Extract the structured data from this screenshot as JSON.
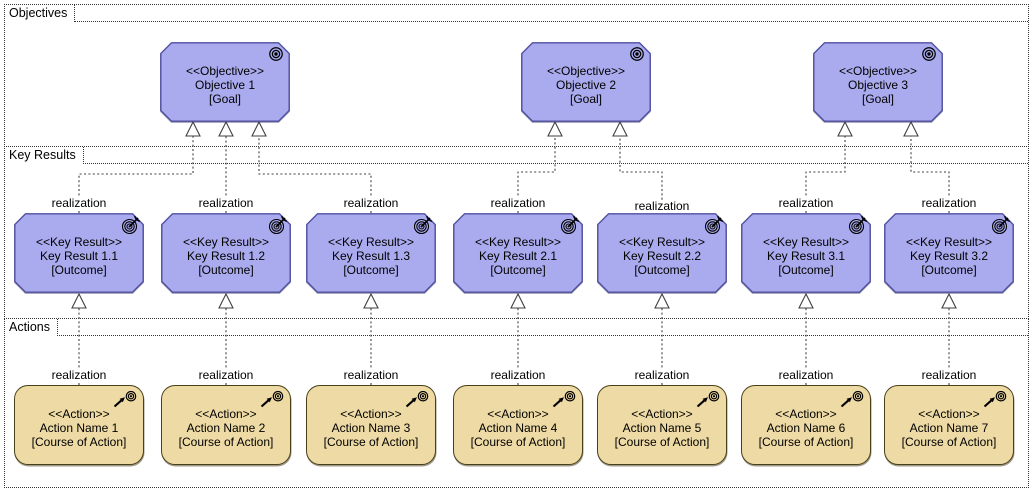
{
  "diagram": {
    "lanes": [
      {
        "label": "Objectives"
      },
      {
        "label": "Key Results"
      },
      {
        "label": "Actions"
      }
    ],
    "objectives": [
      {
        "stereotype": "<<Objective>>",
        "name": "Objective 1",
        "type_label": "[Goal]"
      },
      {
        "stereotype": "<<Objective>>",
        "name": "Objective 2",
        "type_label": "[Goal]"
      },
      {
        "stereotype": "<<Objective>>",
        "name": "Objective 3",
        "type_label": "[Goal]"
      }
    ],
    "key_results": [
      {
        "stereotype": "<<Key Result>>",
        "name": "Key Result 1.1",
        "type_label": "[Outcome]"
      },
      {
        "stereotype": "<<Key Result>>",
        "name": "Key Result 1.2",
        "type_label": "[Outcome]"
      },
      {
        "stereotype": "<<Key Result>>",
        "name": "Key Result 1.3",
        "type_label": "[Outcome]"
      },
      {
        "stereotype": "<<Key Result>>",
        "name": "Key Result 2.1",
        "type_label": "[Outcome]"
      },
      {
        "stereotype": "<<Key Result>>",
        "name": "Key Result 2.2",
        "type_label": "[Outcome]"
      },
      {
        "stereotype": "<<Key Result>>",
        "name": "Key Result 3.1",
        "type_label": "[Outcome]"
      },
      {
        "stereotype": "<<Key Result>>",
        "name": "Key Result 3.2",
        "type_label": "[Outcome]"
      }
    ],
    "actions": [
      {
        "stereotype": "<<Action>>",
        "name": "Action Name 1",
        "type_label": "[Course of Action]"
      },
      {
        "stereotype": "<<Action>>",
        "name": "Action Name 2",
        "type_label": "[Course of Action]"
      },
      {
        "stereotype": "<<Action>>",
        "name": "Action Name 3",
        "type_label": "[Course of Action]"
      },
      {
        "stereotype": "<<Action>>",
        "name": "Action Name 4",
        "type_label": "[Course of Action]"
      },
      {
        "stereotype": "<<Action>>",
        "name": "Action Name 5",
        "type_label": "[Course of Action]"
      },
      {
        "stereotype": "<<Action>>",
        "name": "Action Name 6",
        "type_label": "[Course of Action]"
      },
      {
        "stereotype": "<<Action>>",
        "name": "Action Name 7",
        "type_label": "[Course of Action]"
      }
    ],
    "connections": {
      "key_result_to_objective": [
        {
          "from": "Key Result 1.1",
          "to": "Objective 1",
          "label": "realization"
        },
        {
          "from": "Key Result 1.2",
          "to": "Objective 1",
          "label": "realization"
        },
        {
          "from": "Key Result 1.3",
          "to": "Objective 1",
          "label": "realization"
        },
        {
          "from": "Key Result 2.1",
          "to": "Objective 2",
          "label": "realization"
        },
        {
          "from": "Key Result 2.2",
          "to": "Objective 2",
          "label": "realization"
        },
        {
          "from": "Key Result 3.1",
          "to": "Objective 3",
          "label": "realization"
        },
        {
          "from": "Key Result 3.2",
          "to": "Objective 3",
          "label": "realization"
        }
      ],
      "action_to_key_result": [
        {
          "from": "Action Name 1",
          "to": "Key Result 1.1",
          "label": "realization"
        },
        {
          "from": "Action Name 2",
          "to": "Key Result 1.2",
          "label": "realization"
        },
        {
          "from": "Action Name 3",
          "to": "Key Result 1.3",
          "label": "realization"
        },
        {
          "from": "Action Name 4",
          "to": "Key Result 2.1",
          "label": "realization"
        },
        {
          "from": "Action Name 5",
          "to": "Key Result 2.2",
          "label": "realization"
        },
        {
          "from": "Action Name 6",
          "to": "Key Result 3.1",
          "label": "realization"
        },
        {
          "from": "Action Name 7",
          "to": "Key Result 3.2",
          "label": "realization"
        }
      ]
    },
    "colors": {
      "motivation_fill": "#aaaaee",
      "motivation_border": "#4f4fa0",
      "action_fill": "#eedaa4",
      "action_border": "#494018",
      "line": "#404040",
      "lane_border": "#333333",
      "text": "#000000"
    }
  }
}
